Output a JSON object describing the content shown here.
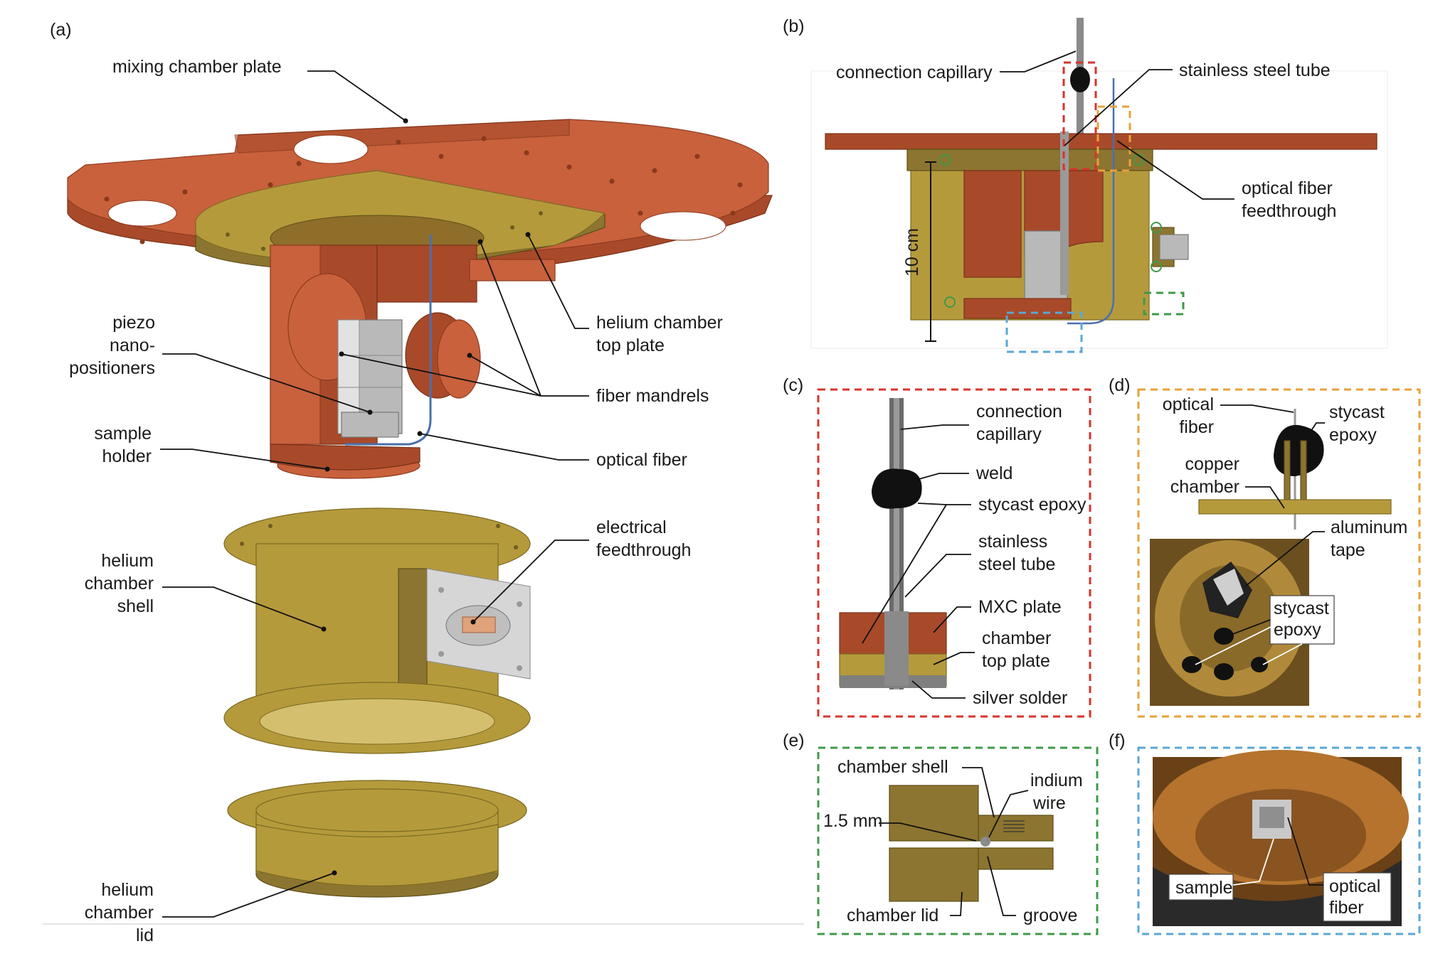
{
  "panels": {
    "a": "(a)",
    "b": "(b)",
    "c": "(c)",
    "d": "(d)",
    "e": "(e)",
    "f": "(f)"
  },
  "a": {
    "mixing_chamber_plate": "mixing chamber plate",
    "piezo": [
      "piezo",
      "nano-",
      "positioners"
    ],
    "helium_chamber_top_plate": [
      "helium chamber",
      "top plate"
    ],
    "fiber_mandrels": "fiber mandrels",
    "sample_holder": [
      "sample",
      "holder"
    ],
    "optical_fiber": "optical fiber",
    "electrical_feedthrough": [
      "electrical",
      "feedthrough"
    ],
    "helium_chamber_shell": [
      "helium",
      "chamber",
      "shell"
    ],
    "helium_chamber_lid": [
      "helium",
      "chamber",
      "lid"
    ]
  },
  "b": {
    "connection_capillary": "connection capillary",
    "stainless_steel_tube": "stainless steel tube",
    "optical_fiber_feedthrough": [
      "optical fiber",
      "feedthrough"
    ],
    "scale": "10 cm"
  },
  "c": {
    "connection_capillary": [
      "connection",
      "capillary"
    ],
    "weld": "weld",
    "stycast_epoxy": "stycast epoxy",
    "stainless_steel_tube": [
      "stainless",
      "steel tube"
    ],
    "mxc_plate": "MXC plate",
    "chamber_top_plate": [
      "chamber",
      "top plate"
    ],
    "silver_solder": "silver solder"
  },
  "d": {
    "optical_fiber": [
      "optical",
      "fiber"
    ],
    "stycast_epoxy": [
      "stycast",
      "epoxy"
    ],
    "copper_chamber": [
      "copper",
      "chamber"
    ],
    "aluminum_tape": [
      "aluminum",
      "tape"
    ],
    "photo_stycast_epoxy": [
      "stycast",
      "epoxy"
    ]
  },
  "e": {
    "chamber_shell": "chamber shell",
    "indium_wire": [
      "indium",
      "wire"
    ],
    "gap": "1.5 mm",
    "chamber_lid": "chamber lid",
    "groove": "groove"
  },
  "f": {
    "sample": "sample",
    "optical_fiber": [
      "optical",
      "fiber"
    ]
  },
  "colors": {
    "copper": "#c8613c",
    "brass": "#b59a3c",
    "red_box": "#d9332b",
    "orange_box": "#e8a13a",
    "green_box": "#3f9a48",
    "blue_box": "#5aa7d6"
  }
}
